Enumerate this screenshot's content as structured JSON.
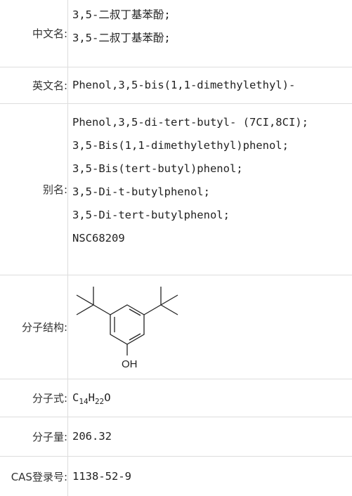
{
  "rows": {
    "cn_name": {
      "label": "中文名:",
      "values": [
        "3,5-二叔丁基苯酚;",
        "3,5-二叔丁基苯酚;"
      ]
    },
    "en_name": {
      "label": "英文名:",
      "value": "Phenol,3,5-bis(1,1-dimethylethyl)-"
    },
    "aliases": {
      "label": "别名:",
      "values": [
        "Phenol,3,5-di-tert-butyl- (7CI,8CI);",
        "3,5-Bis(1,1-dimethylethyl)phenol;",
        "3,5-Bis(tert-butyl)phenol;",
        "3,5-Di-t-butylphenol;",
        "3,5-Di-tert-butylphenol;",
        "NSC68209"
      ]
    },
    "structure": {
      "label": "分子结构:",
      "oh_label": "OH"
    },
    "formula": {
      "label": "分子式:",
      "c": "C",
      "c_n": "14",
      "h": "H",
      "h_n": "22",
      "o": "O"
    },
    "weight": {
      "label": "分子量:",
      "value": "206.32"
    },
    "cas": {
      "label": "CAS登录号:",
      "value": "1138-52-9"
    }
  }
}
